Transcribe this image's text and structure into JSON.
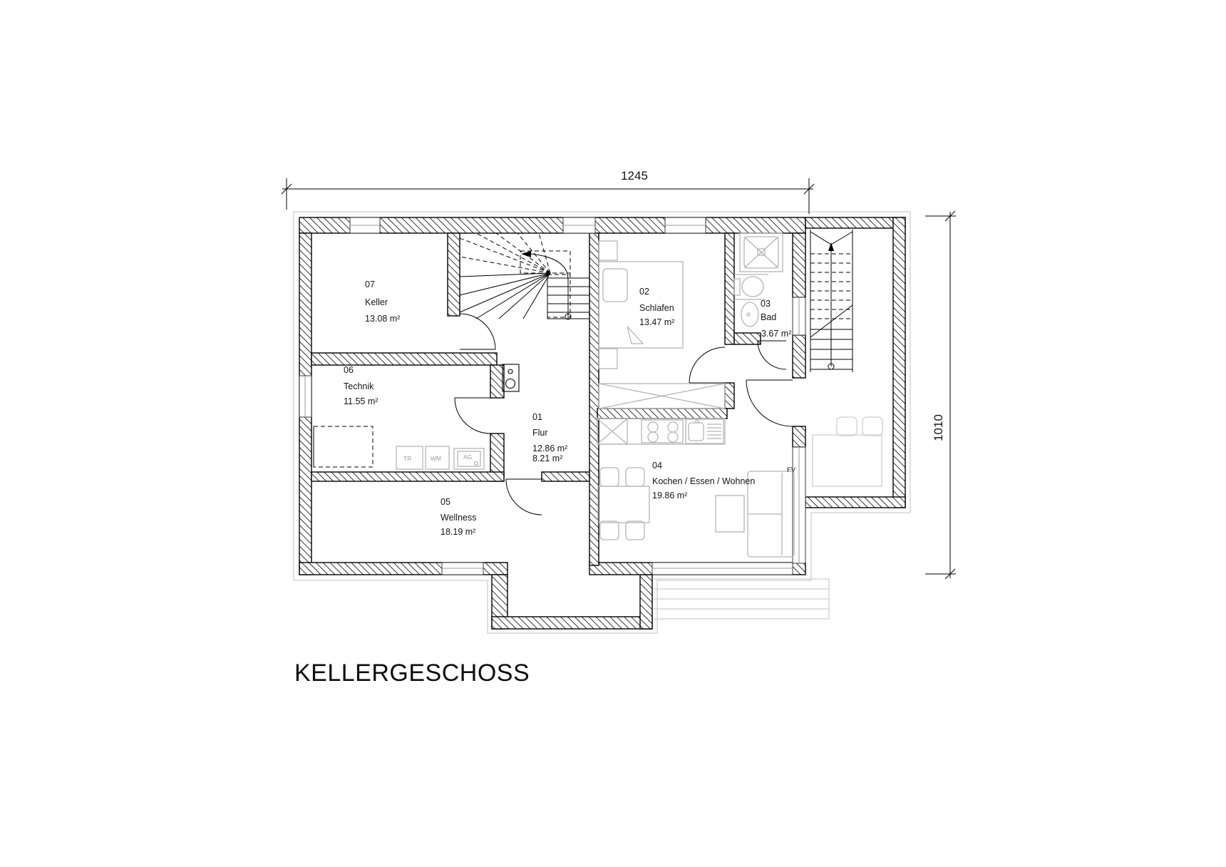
{
  "drawing": {
    "title": "KELLERGESCHOSS",
    "dimensions": {
      "width": "1245",
      "height": "1010"
    },
    "fv_label": "FV",
    "appliances": {
      "dryer": "TR",
      "washer": "WM",
      "utility_sink": "AG"
    },
    "rooms": {
      "flur": {
        "num": "01",
        "name": "Flur",
        "area": "12.86  m²",
        "area2": "8.21  m²"
      },
      "schlafen": {
        "num": "02",
        "name": "Schlafen",
        "area": "13.47  m²"
      },
      "bad": {
        "num": "03",
        "name": "Bad",
        "area": "3.67  m²"
      },
      "kochen": {
        "num": "04",
        "name": "Kochen / Essen / Wohnen",
        "area": "19.86  m²"
      },
      "wellness": {
        "num": "05",
        "name": "Wellness",
        "area": "18.19  m²"
      },
      "technik": {
        "num": "06",
        "name": "Technik",
        "area": "11.55  m²"
      },
      "keller": {
        "num": "07",
        "name": "Keller",
        "area": "13.08  m²"
      }
    },
    "colors": {
      "wall": "#000000",
      "furniture": "#b5b5b5",
      "outline": "#cccccc",
      "text": "#141414"
    }
  }
}
